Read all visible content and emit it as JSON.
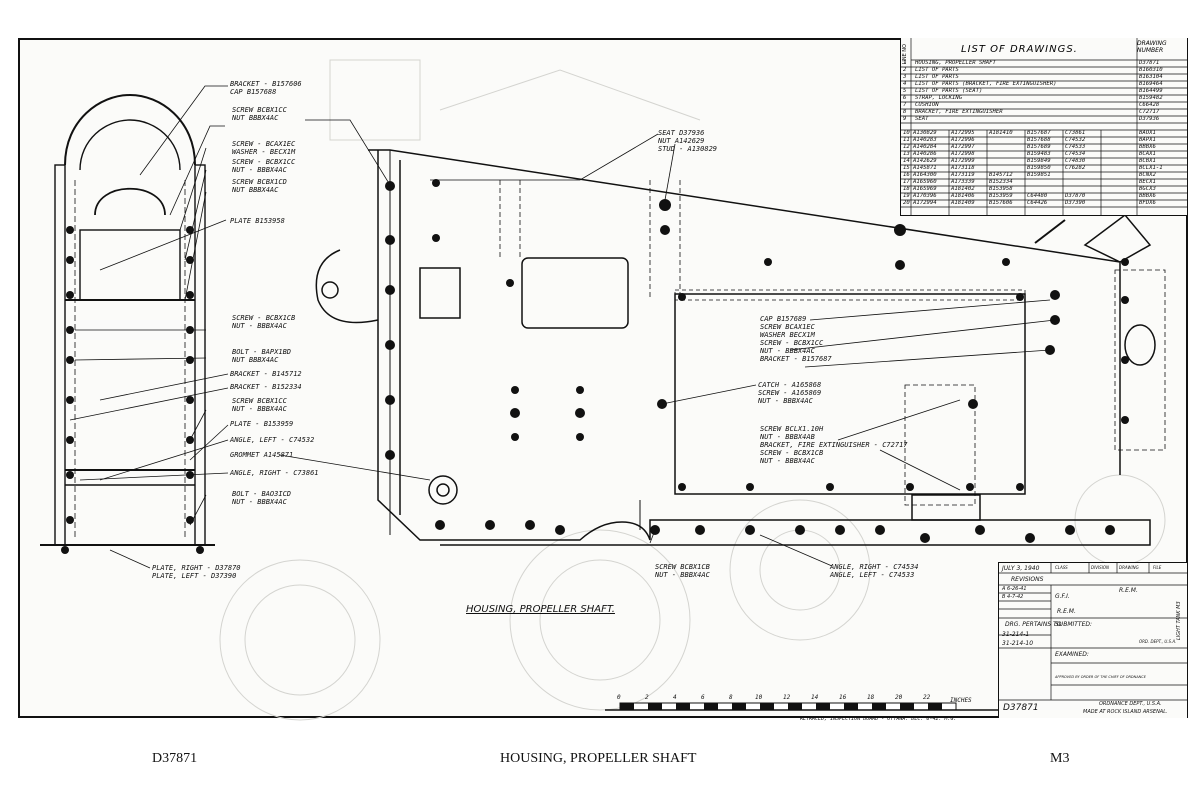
{
  "sheet": {
    "drawing_number": "D37871",
    "title": "HOUSING, PROPELLER SHAFT",
    "model": "M3",
    "view_title": "HOUSING, PROPELLER SHAFT.",
    "side_text": "LIGHT TANK M3",
    "retraced_note": "RETRACED, INSPECTION BOARD - OTTAWA. DEC. 6-42. M.G.",
    "scale_unit": "INCHES",
    "scale_ticks": [
      "0",
      "2",
      "4",
      "6",
      "8",
      "10",
      "12",
      "14",
      "16",
      "18",
      "20",
      "22"
    ]
  },
  "list_of_drawings": {
    "title": "LIST OF DRAWINGS.",
    "line_no_header": "LINE NO",
    "number_header": "DRAWING NUMBER",
    "rows": [
      {
        "n": "1",
        "desc": "HOUSING, PROPELLER SHAFT",
        "num": "D37871"
      },
      {
        "n": "2",
        "desc": "LIST OF PARTS",
        "num": "B160310"
      },
      {
        "n": "3",
        "desc": "LIST OF PARTS",
        "num": "B163104"
      },
      {
        "n": "4",
        "desc": "LIST OF PARTS (BRACKET, FIRE EXTINGUISHER)",
        "num": "B169464"
      },
      {
        "n": "5",
        "desc": "LIST OF PARTS (SEAT)",
        "num": "B164499"
      },
      {
        "n": "6",
        "desc": "STRAP, LOCKING",
        "num": "B159482"
      },
      {
        "n": "7",
        "desc": "CUSHION",
        "num": "C66428"
      },
      {
        "n": "8",
        "desc": "BRACKET, FIRE EXTINGUISHER",
        "num": "C72717"
      },
      {
        "n": "9",
        "desc": "SEAT",
        "num": "D37936"
      }
    ],
    "parts_rows": [
      {
        "n": "10",
        "c": [
          "A130829",
          "A172995",
          "A181410",
          "B157687",
          "C73861",
          "BAOX1"
        ]
      },
      {
        "n": "11",
        "c": [
          "A140283",
          "A172996",
          "",
          "B157688",
          "C74532",
          "BAPX1"
        ]
      },
      {
        "n": "12",
        "c": [
          "A140284",
          "A172997",
          "",
          "B157689",
          "C74533",
          "BBBX6"
        ]
      },
      {
        "n": "13",
        "c": [
          "A140286",
          "A172998",
          "",
          "B159483",
          "C74534",
          "BCAX1"
        ]
      },
      {
        "n": "14",
        "c": [
          "A142629",
          "A172999",
          "",
          "B159849",
          "C74830",
          "BCBX1"
        ]
      },
      {
        "n": "15",
        "c": [
          "A145871",
          "A173118",
          "",
          "B159850",
          "C76282",
          "BCLX1-1"
        ]
      },
      {
        "n": "16",
        "c": [
          "A164300",
          "A173119",
          "B145712",
          "B159851",
          "",
          "BCNX2"
        ]
      },
      {
        "n": "17",
        "c": [
          "A165960",
          "A173339",
          "B152334",
          "",
          "",
          "BECX1"
        ]
      },
      {
        "n": "18",
        "c": [
          "A165969",
          "A181402",
          "B153958",
          "",
          "",
          "BGCX3"
        ]
      },
      {
        "n": "19",
        "c": [
          "A170396",
          "A181406",
          "B153959",
          "C64480",
          "D37870",
          "BBBX6"
        ]
      },
      {
        "n": "20",
        "c": [
          "A172994",
          "A181409",
          "B157606",
          "C64426",
          "D37390",
          "BFDX6"
        ]
      }
    ]
  },
  "revisions": {
    "date": "JULY 3, 1940",
    "col_heads": [
      "CLASS",
      "DIVISION",
      "DRAWING",
      "FILE"
    ],
    "title": "REVISIONS",
    "entries": [
      "A 6-26-41",
      "B 4-7-42"
    ],
    "drawn": "G.F.I.",
    "checked": "R.E.M.",
    "traced": "R.E.M.",
    "drc_pertains": "DRG. PERTAINS TO",
    "pertains_items": [
      "31-214-1",
      "31-214-10"
    ],
    "submitted": "SUBMITTED:",
    "examined": "EXAMINED:",
    "ord_dept_small": "ORD. DEPT., U.S.A.",
    "approved": "APPROVED BY ORDER OF THE CHIEF OF ORDNANCE",
    "number": "D37871",
    "ord_dept": "ORDNANCE DEPT., U.S.A.",
    "arsenal": "MADE AT ROCK ISLAND ARSENAL."
  },
  "callouts_left": [
    "BRACKET - B157606",
    "CAP  B157688",
    "SCREW  BCBX1CC",
    "NUT  BBBX4AC",
    "SCREW - BCAX1EC",
    "WASHER - BECX1M",
    "SCREW - BCBX1CC",
    "NUT - BBBX4AC",
    "SCREW  BCBX1CD",
    "NUT  BBBX4AC",
    "PLATE  B153958",
    "SCREW - BCBX1CB",
    "NUT - BBBX4AC",
    "BOLT - BAPX1BD",
    "NUT  BBBX4AC",
    "BRACKET - B145712",
    "BRACKET - B152334",
    "SCREW  BCBX1CC",
    "NUT - BBBX4AC",
    "PLATE - B153959",
    "ANGLE, LEFT - C74532",
    "GROMMET  A145871",
    "ANGLE, RIGHT - C73861",
    "BOLT - BAO3ICD",
    "NUT - BBBX4AC",
    "PLATE, RIGHT - D37870",
    "PLATE, LEFT - D37390"
  ],
  "callouts_right": [
    "SEAT  D37936",
    "NUT  A142629",
    "STUD - A130829",
    "CAP  B157689",
    "SCREW  BCAX1EC",
    "WASHER  BECX1M",
    "SCREW - BCBX1CC",
    "NUT - BBBX4AC",
    "BRACKET - B157687",
    "CATCH - A165868",
    "SCREW - A165869",
    "NUT - BBBX4AC",
    "SCREW  BCLX1.10H",
    "NUT - BBBX4AB",
    "BRACKET, FIRE EXTINGUISHER - C72717",
    "SCREW - BCBX1CB",
    "NUT - BBBX4AC",
    "SCREW  BCBX1CB",
    "NUT - BBBX4AC",
    "ANGLE, RIGHT - C74534",
    "ANGLE, LEFT - C74533"
  ]
}
